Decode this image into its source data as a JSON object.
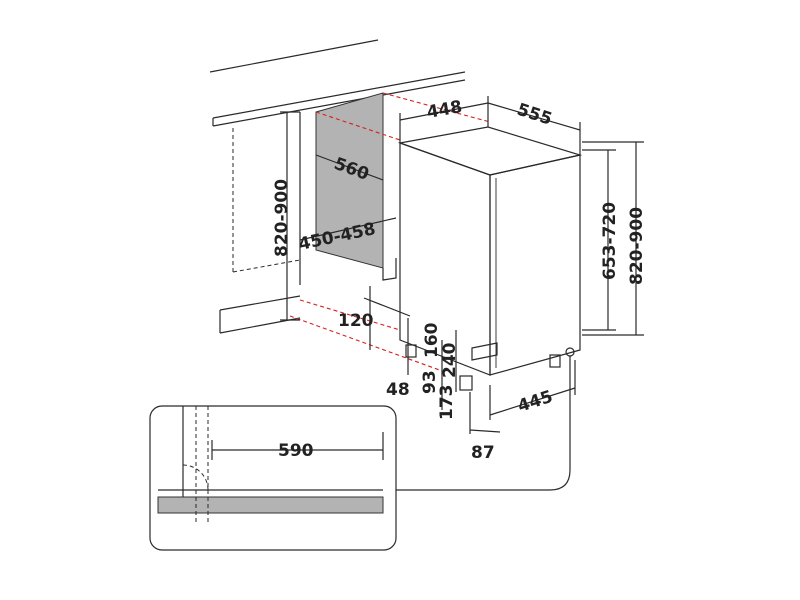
{
  "diagram": {
    "colors": {
      "niche_fill": "#b3b3b3",
      "guide_line": "#d62020",
      "stroke": "#2a2a2a",
      "background": "#ffffff"
    },
    "dimensions": {
      "appliance_width": "448",
      "appliance_depth": "555",
      "niche_depth": "560",
      "niche_width": "450-458",
      "niche_height": "820-900",
      "door_height": "653-720",
      "total_height": "820-900",
      "plinth_height": "120",
      "foot_offset": "48",
      "plinth_min": "93",
      "plinth_160": "160",
      "plinth_range": "173",
      "plinth_240": "240",
      "base_depth": "445",
      "foot_depth": "87",
      "detail_clearance": "590"
    }
  }
}
